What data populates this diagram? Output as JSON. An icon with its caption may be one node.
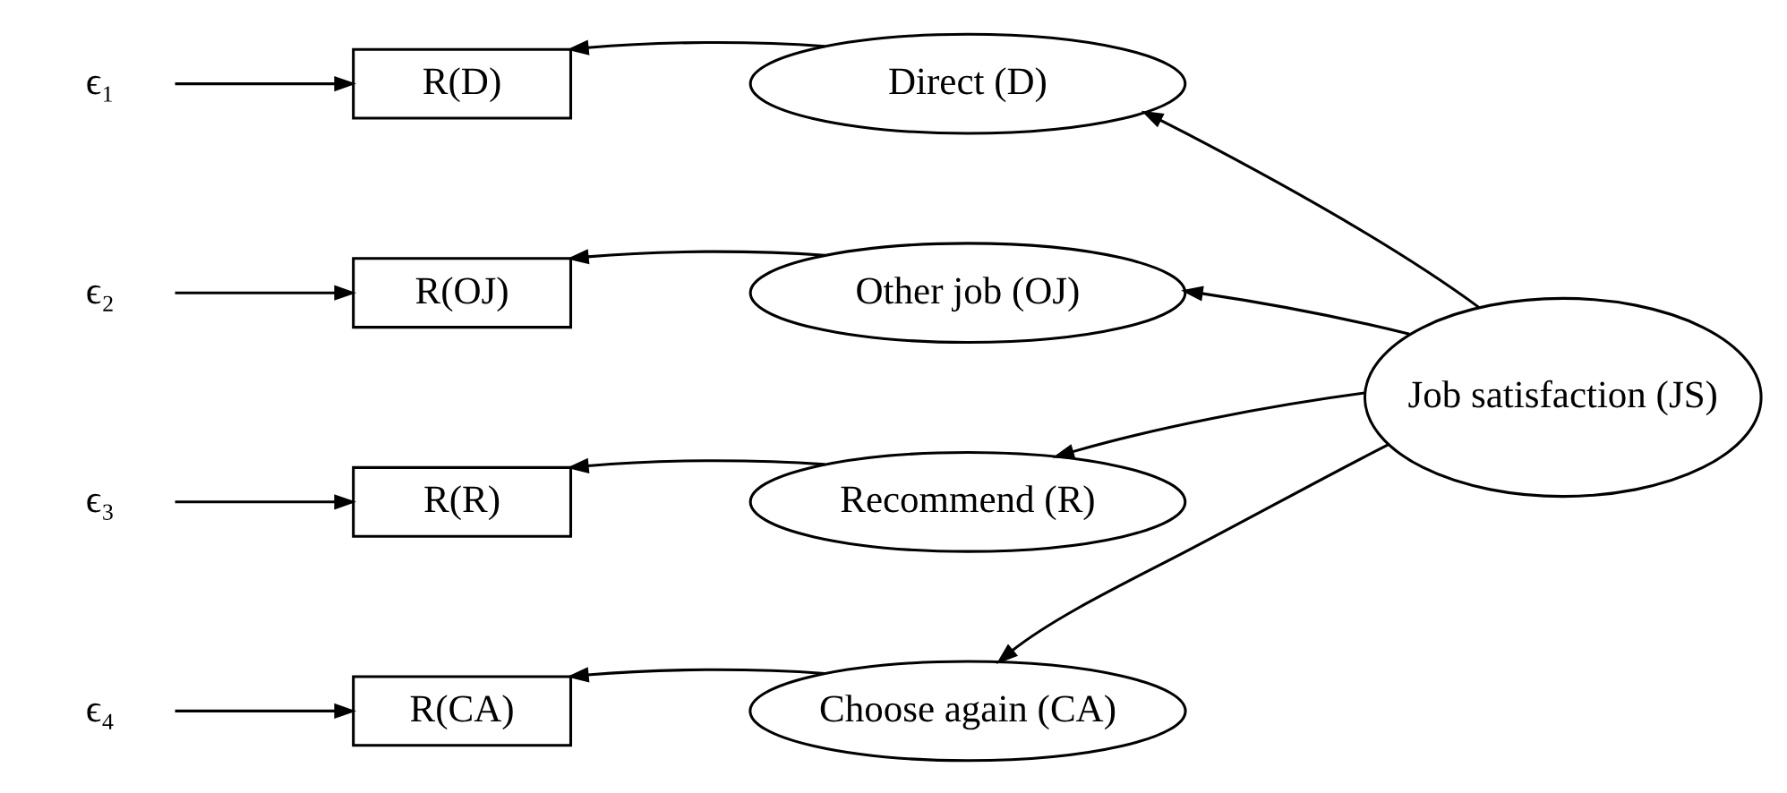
{
  "diagram": {
    "nodes": [
      {
        "text": [
          "ϵ₁"
        ]
      },
      {
        "text": [
          "R(D)"
        ]
      },
      {
        "text": [
          "Direct (D)"
        ]
      },
      {
        "text": [
          "ϵ₂"
        ]
      },
      {
        "text": [
          "R(OJ)"
        ]
      },
      {
        "text": [
          "Other job (OJ)"
        ]
      },
      {
        "text": [
          "Job satisfaction (JS)"
        ]
      },
      {
        "text": [
          "ϵ₃"
        ]
      },
      {
        "text": [
          "R(R)"
        ]
      },
      {
        "text": [
          "Recommend (R)"
        ]
      },
      {
        "text": [
          "ϵ₄"
        ]
      },
      {
        "text": [
          "R(CA)"
        ]
      },
      {
        "text": [
          "Choose again (CA)"
        ]
      }
    ],
    "edges": [
      {
        "from": 0,
        "to": 1,
        "arrow": "to"
      },
      {
        "from": 2,
        "to": 1,
        "arrow": "to"
      },
      {
        "from": 3,
        "to": 4,
        "arrow": "to"
      },
      {
        "from": 5,
        "to": 4,
        "arrow": "to"
      },
      {
        "from": 7,
        "to": 8,
        "arrow": "to"
      },
      {
        "from": 9,
        "to": 8,
        "arrow": "to"
      },
      {
        "from": 10,
        "to": 11,
        "arrow": "to"
      },
      {
        "from": 12,
        "to": 11,
        "arrow": "to"
      },
      {
        "from": 6,
        "to": 2,
        "arrow": "to"
      },
      {
        "from": 6,
        "to": 5,
        "arrow": "to"
      },
      {
        "from": 6,
        "to": 9,
        "arrow": "to"
      },
      {
        "from": 6,
        "to": 12,
        "arrow": "to"
      }
    ]
  }
}
